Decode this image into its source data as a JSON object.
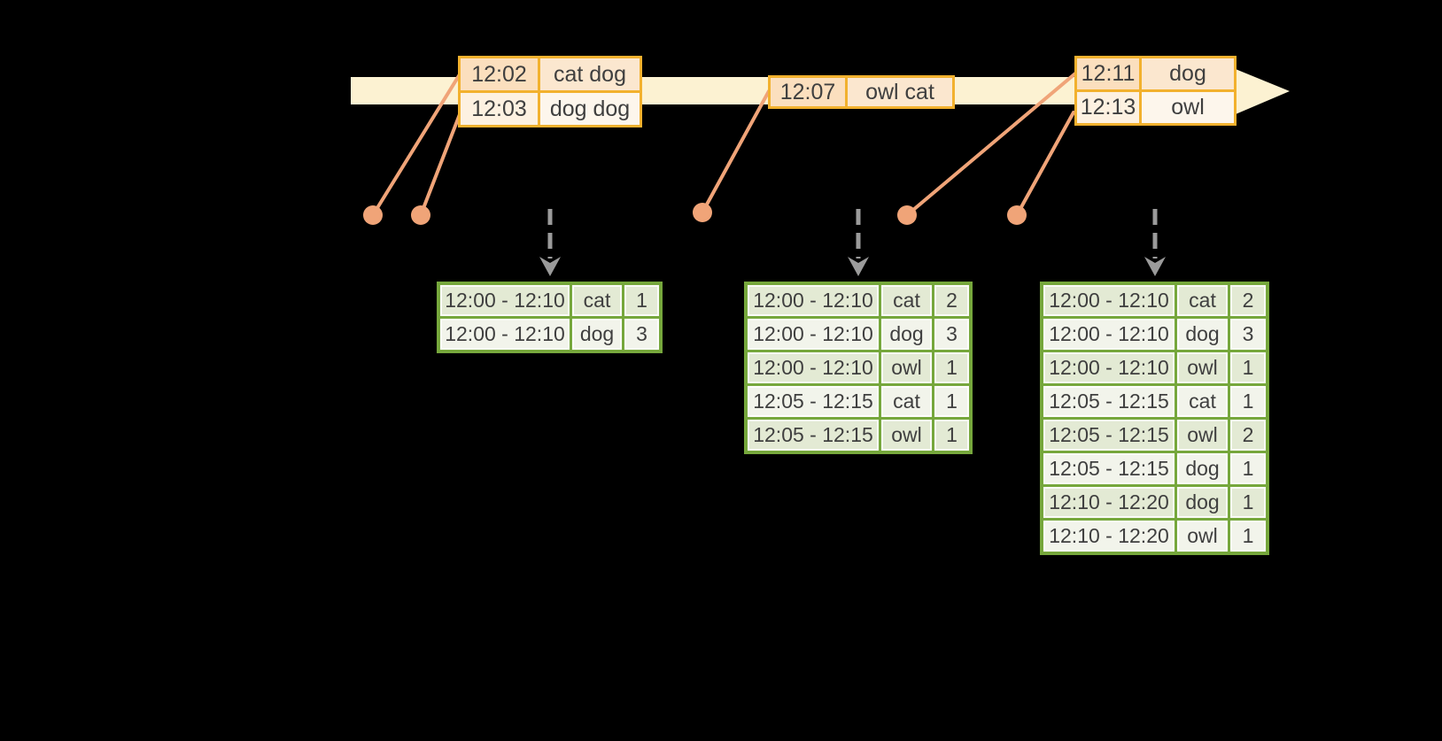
{
  "colors": {
    "background": "#000000",
    "timeline_band": "#FCF2D2",
    "event_table_border": "#F2B12E",
    "event_row_a_time": "#FBDFBE",
    "event_row_a_word": "#FBE7CF",
    "event_row_b_time": "#FDF1E1",
    "event_row_b_word": "#FDF6EC",
    "connector_salmon": "#F0A478",
    "trigger_arrow_gray": "#9B9B9B",
    "result_table_border": "#76A73C",
    "result_row_a": "#E3EAD4",
    "result_row_b": "#F2F4EB",
    "text": "#3F3F3F"
  },
  "event_tables": [
    {
      "name": "events-batch-1",
      "rows": [
        {
          "time": "12:02",
          "words": "cat dog"
        },
        {
          "time": "12:03",
          "words": "dog dog"
        }
      ]
    },
    {
      "name": "events-batch-2",
      "rows": [
        {
          "time": "12:07",
          "words": "owl cat"
        }
      ]
    },
    {
      "name": "events-batch-3",
      "rows": [
        {
          "time": "12:11",
          "words": "dog"
        },
        {
          "time": "12:13",
          "words": "owl"
        }
      ]
    }
  ],
  "result_tables": [
    {
      "name": "result-table-1",
      "rows": [
        {
          "window": "12:00 - 12:10",
          "word": "cat",
          "count": "1"
        },
        {
          "window": "12:00 - 12:10",
          "word": "dog",
          "count": "3"
        }
      ]
    },
    {
      "name": "result-table-2",
      "rows": [
        {
          "window": "12:00 - 12:10",
          "word": "cat",
          "count": "2"
        },
        {
          "window": "12:00 - 12:10",
          "word": "dog",
          "count": "3"
        },
        {
          "window": "12:00 - 12:10",
          "word": "owl",
          "count": "1"
        },
        {
          "window": "12:05 - 12:15",
          "word": "cat",
          "count": "1"
        },
        {
          "window": "12:05 - 12:15",
          "word": "owl",
          "count": "1"
        }
      ]
    },
    {
      "name": "result-table-3",
      "rows": [
        {
          "window": "12:00 - 12:10",
          "word": "cat",
          "count": "2"
        },
        {
          "window": "12:00 - 12:10",
          "word": "dog",
          "count": "3"
        },
        {
          "window": "12:00 - 12:10",
          "word": "owl",
          "count": "1"
        },
        {
          "window": "12:05 - 12:15",
          "word": "cat",
          "count": "1"
        },
        {
          "window": "12:05 - 12:15",
          "word": "owl",
          "count": "2"
        },
        {
          "window": "12:05 - 12:15",
          "word": "dog",
          "count": "1"
        },
        {
          "window": "12:10 - 12:20",
          "word": "dog",
          "count": "1"
        },
        {
          "window": "12:10 - 12:20",
          "word": "owl",
          "count": "1"
        }
      ]
    }
  ]
}
